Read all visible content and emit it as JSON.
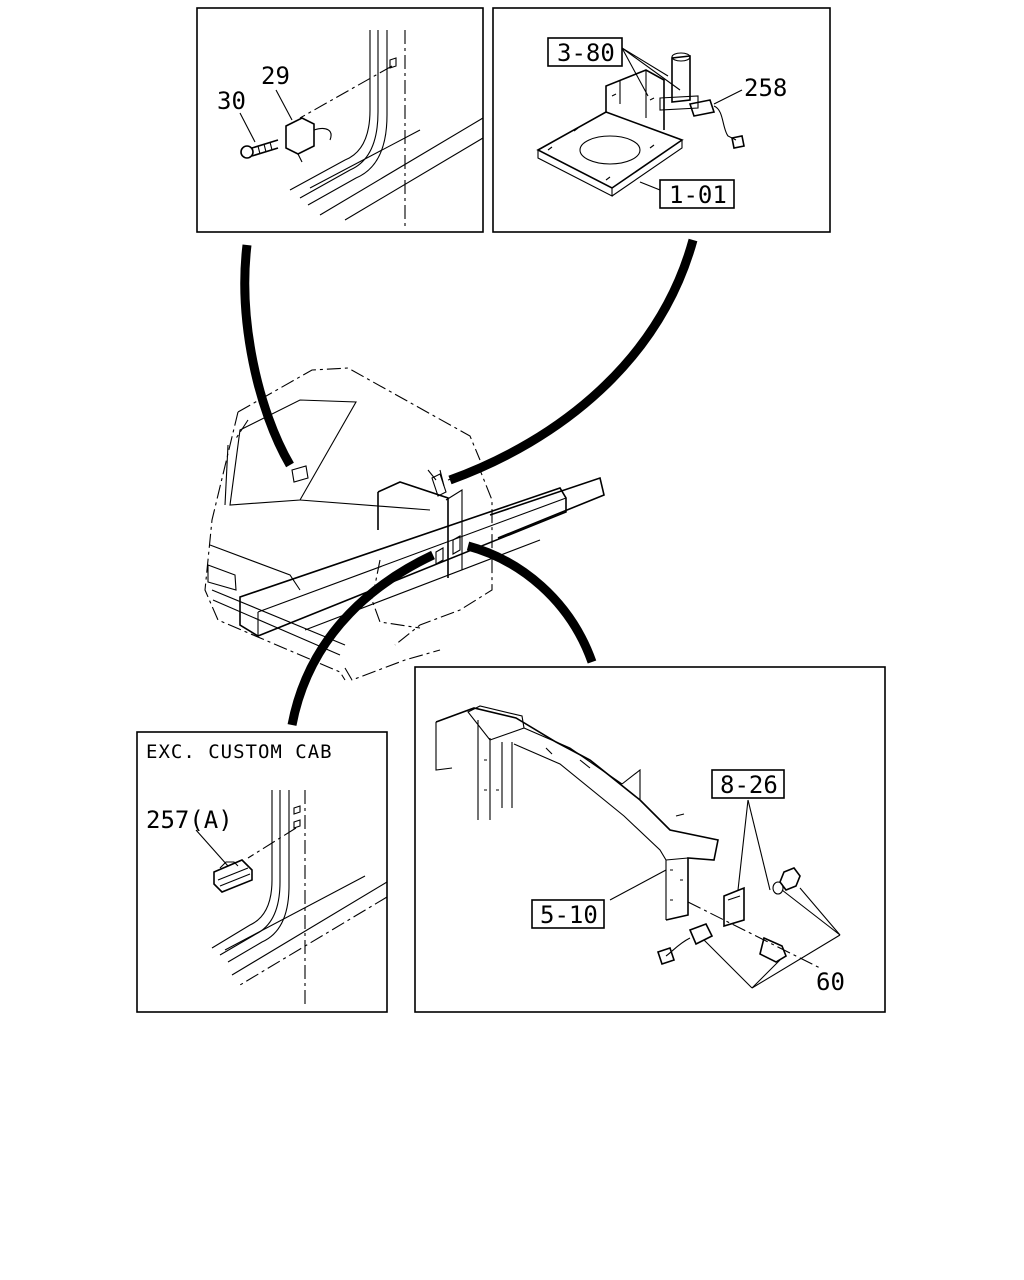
{
  "panels": {
    "top_left": {
      "labels": {
        "p29": "29",
        "p30": "30"
      }
    },
    "top_right": {
      "labels": {
        "p3_80": "3-80",
        "p258": "258",
        "p1_01": "1-01"
      }
    },
    "bottom_left": {
      "caption": "EXC. CUSTOM CAB",
      "labels": {
        "p257a": "257(A)"
      }
    },
    "bottom_right": {
      "labels": {
        "p8_26": "8-26",
        "p5_10": "5-10",
        "p60": "60"
      }
    }
  }
}
